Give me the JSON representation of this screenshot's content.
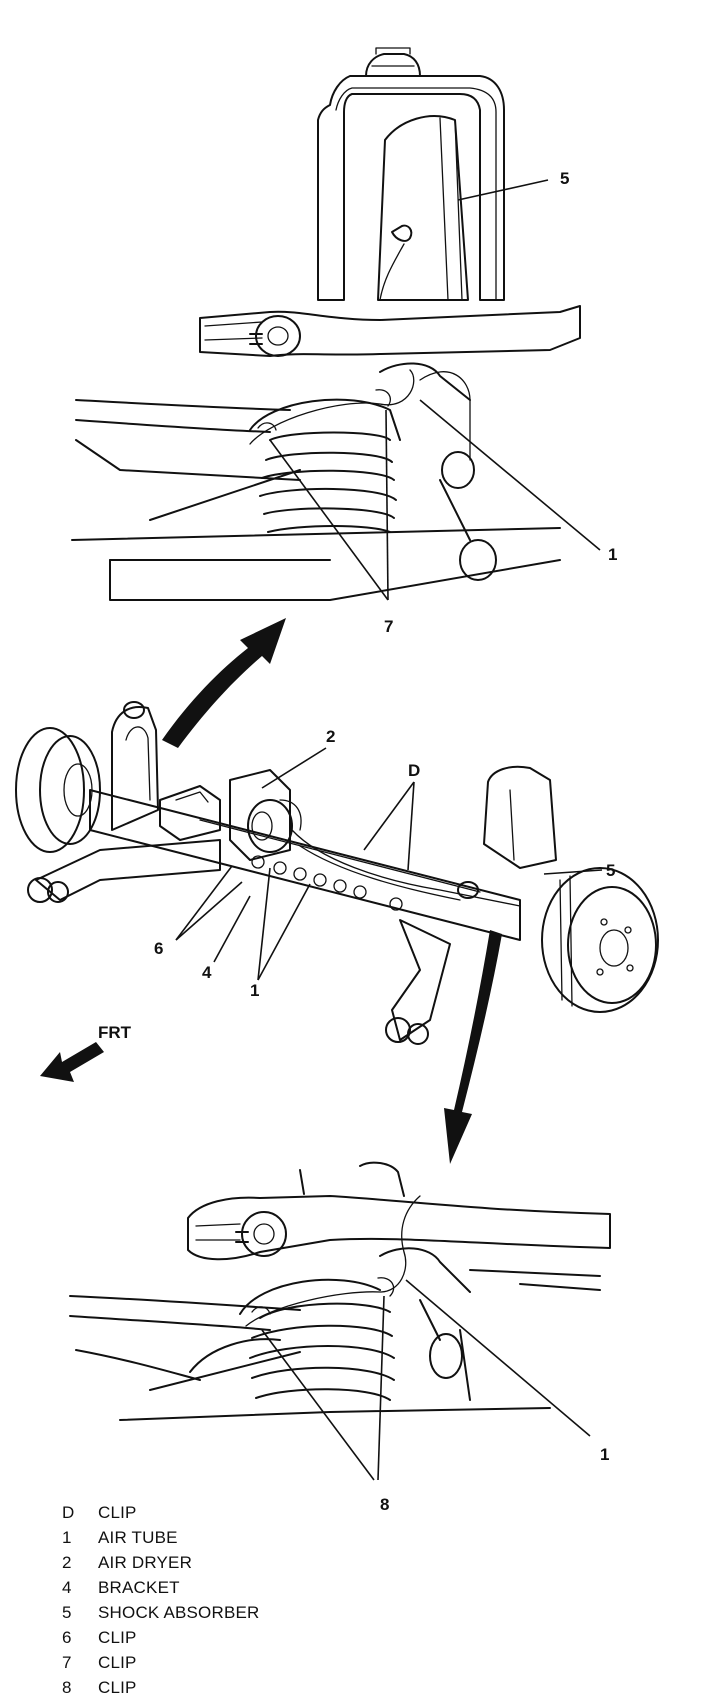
{
  "callouts": {
    "top": {
      "shock": "5",
      "air_tube": "1",
      "clip": "7"
    },
    "middle": {
      "dryer": "2",
      "clip_d": "D",
      "shock": "5",
      "clip": "6",
      "bracket": "4",
      "air_tube": "1",
      "front": "FRT"
    },
    "bottom": {
      "air_tube": "1",
      "clip": "8"
    }
  },
  "legend": [
    {
      "code": "D",
      "text": "CLIP"
    },
    {
      "code": "1",
      "text": "AIR TUBE"
    },
    {
      "code": "2",
      "text": "AIR DRYER"
    },
    {
      "code": "4",
      "text": "BRACKET"
    },
    {
      "code": "5",
      "text": "SHOCK ABSORBER"
    },
    {
      "code": "6",
      "text": "CLIP"
    },
    {
      "code": "7",
      "text": "CLIP"
    },
    {
      "code": "8",
      "text": "CLIP"
    }
  ]
}
